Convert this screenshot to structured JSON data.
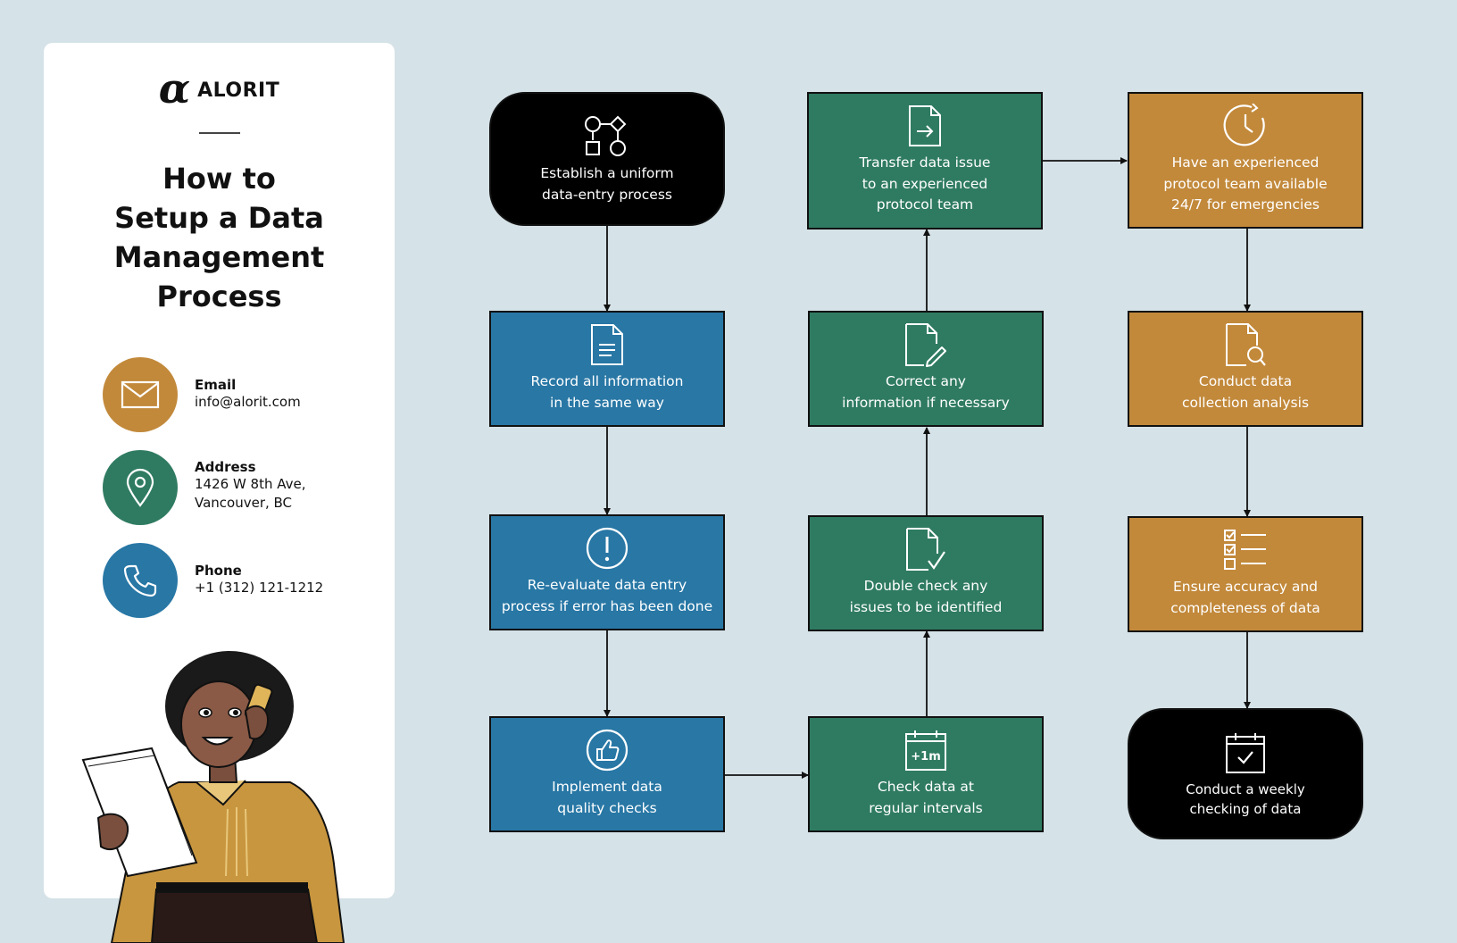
{
  "brand": {
    "name": "ALORIT"
  },
  "title": "How to\nSetup a Data\nManagement\nProcess",
  "colors": {
    "background": "#d5e2e7",
    "blue": "#2877a5",
    "green": "#2f7b62",
    "gold": "#c2893b",
    "black": "#000000"
  },
  "contacts": [
    {
      "label": "Email",
      "value": "info@alorit.com",
      "icon": "envelope-icon"
    },
    {
      "label": "Address",
      "value": "1426 W 8th Ave,\nVancouver, BC",
      "icon": "location-pin-icon"
    },
    {
      "label": "Phone",
      "value": "+1 (312) 121-1212",
      "icon": "phone-icon"
    }
  ],
  "steps": [
    {
      "label": "Establish a uniform\ndata-entry process",
      "icon": "flowchart-icon"
    },
    {
      "label": "Record all information\nin the same way",
      "icon": "document-icon"
    },
    {
      "label": "Re-evaluate data entry\nprocess if error has been done",
      "icon": "exclamation-icon"
    },
    {
      "label": "Implement data\nquality checks",
      "icon": "thumbs-up-icon"
    },
    {
      "label": "Check data at\nregular intervals",
      "icon": "calendar-plus-month-icon",
      "icon_text": "+1m"
    },
    {
      "label": "Double check any\nissues to be identified",
      "icon": "document-check-icon"
    },
    {
      "label": "Correct any\ninformation if necessary",
      "icon": "document-edit-icon"
    },
    {
      "label": "Transfer data issue\nto an experienced\nprotocol team",
      "icon": "document-transfer-icon"
    },
    {
      "label": "Have an experienced\nprotocol team available\n24/7 for emergencies",
      "icon": "clock-icon"
    },
    {
      "label": "Conduct data\ncollection analysis",
      "icon": "document-search-icon"
    },
    {
      "label": "Ensure accuracy and\ncompleteness of data",
      "icon": "checklist-icon"
    },
    {
      "label": "Conduct a weekly\nchecking of data",
      "icon": "calendar-check-icon"
    }
  ]
}
